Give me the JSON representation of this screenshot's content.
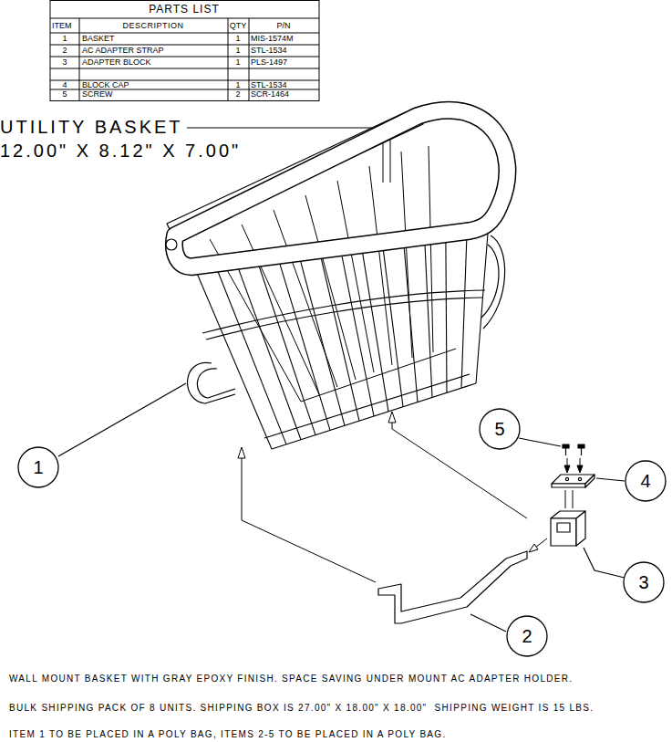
{
  "diagram": {
    "nodes": [
      {
        "text": [
          "5"
        ]
      },
      {
        "text": [
          "1"
        ]
      },
      {
        "text": [
          "4"
        ]
      },
      {
        "text": [
          "3"
        ]
      },
      {
        "text": [
          "2"
        ]
      }
    ],
    "labels": [
      "PARTS LIST",
      "ITEM",
      "DESCRIPTION",
      "QTY",
      "P/N",
      "1",
      "BASKET",
      "1",
      "MIS-1574M",
      "2",
      "AC ADAPTER STRAP",
      "1",
      "STL-1534",
      "3",
      "ADAPTER BLOCK",
      "1",
      "PLS-1497",
      "4",
      "BLOCK CAP",
      "1",
      "STL-1534",
      "5",
      "SCREW",
      "2",
      "SCR-1464",
      "UTILITY BASKET",
      "12.00\" X 8.12\" X 7.00\"",
      "WALL MOUNT BASKET WITH GRAY EPOXY FINISH. SPACE SAVING UNDER MOUNT AC ADAPTER HOLDER.",
      "BULK SHIPPING PACK OF 8 UNITS. SHIPPING BOX IS 27.00\" X 18.00\" X 18.00\"  SHIPPING WEIGHT IS 15 LBS.",
      "ITEM 1 TO BE PLACED IN A POLY BAG, ITEMS 2-5 TO BE PLACED IN A POLY BAG."
    ]
  }
}
